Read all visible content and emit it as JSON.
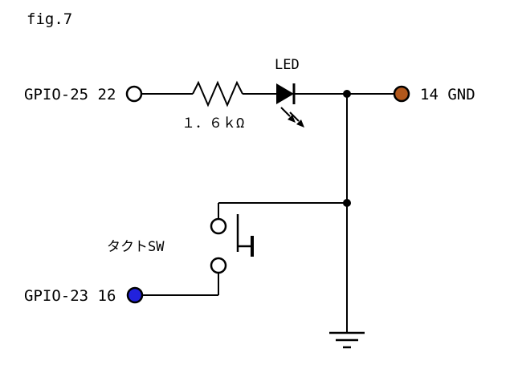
{
  "figure": {
    "label": "fig.7"
  },
  "terminals": {
    "gpio25": {
      "label": "GPIO-25 22",
      "color": "#ffffff"
    },
    "gnd": {
      "label": "14 GND",
      "color": "#b2581c"
    },
    "gpio23": {
      "label": "GPIO-23 16",
      "color": "#2222dd"
    }
  },
  "components": {
    "resistor": {
      "label": "１．６ｋΩ"
    },
    "led": {
      "label": "LED"
    },
    "switch": {
      "label": "タクトSW"
    }
  },
  "colors": {
    "wire": "#000000",
    "background": "#ffffff"
  }
}
